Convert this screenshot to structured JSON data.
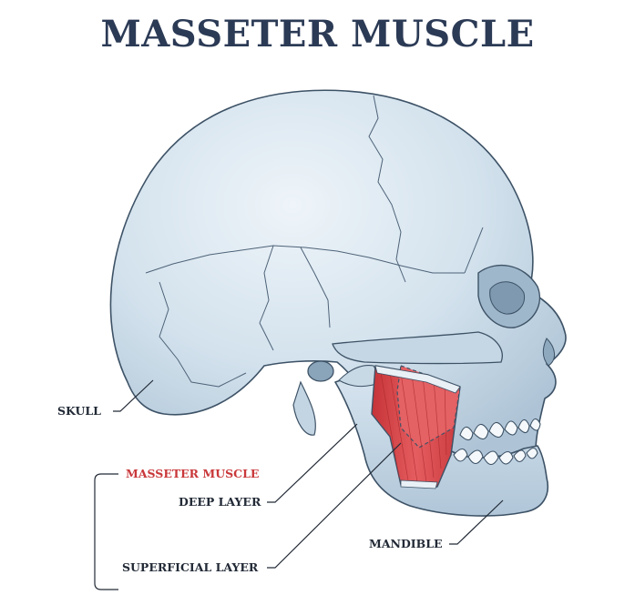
{
  "title": "MASSETER MUSCLE",
  "labels": {
    "skull": "SKULL",
    "masseter_muscle": "MASSETER MUSCLE",
    "deep_layer": "DEEP LAYER",
    "superficial_layer": "SUPERFICIAL LAYER",
    "mandible": "MANDIBLE"
  },
  "colors": {
    "title": "#2b3a55",
    "bone": "#d5e3ee",
    "bone_shadow": "#b4c9d9",
    "outline": "#3d5266",
    "muscle": "#d9474b",
    "muscle_highlight": "#ee7a7c",
    "accent_label": "#c9383a",
    "label": "#222a36"
  }
}
